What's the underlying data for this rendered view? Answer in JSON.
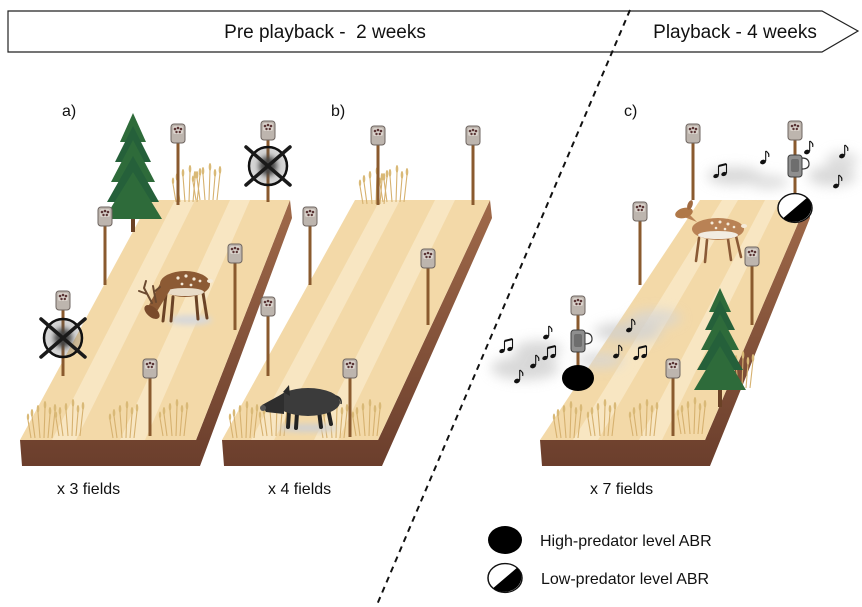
{
  "banner": {
    "pre_label": "Pre playback -  2 weeks",
    "playback_label": "Playback - 4 weeks"
  },
  "panels": [
    {
      "label": "a)",
      "fields": "x 3 fields"
    },
    {
      "label": "b)",
      "fields": "x 4 fields"
    },
    {
      "label": "c)",
      "fields": "x 7 fields"
    }
  ],
  "legend": {
    "items": [
      {
        "label": "High-predator level ABR",
        "symbol": "black-ellipse-icon"
      },
      {
        "label": "Low-predator level ABR",
        "symbol": "half-black-circle-icon"
      }
    ]
  },
  "colors": {
    "field_surface": "#f3d9a8",
    "soil": "#7a4a35",
    "pole": "#8a5a2e",
    "tree": "#2e6b3a",
    "high_predator_marker": "#000000",
    "fog": "#cfcfcf"
  }
}
